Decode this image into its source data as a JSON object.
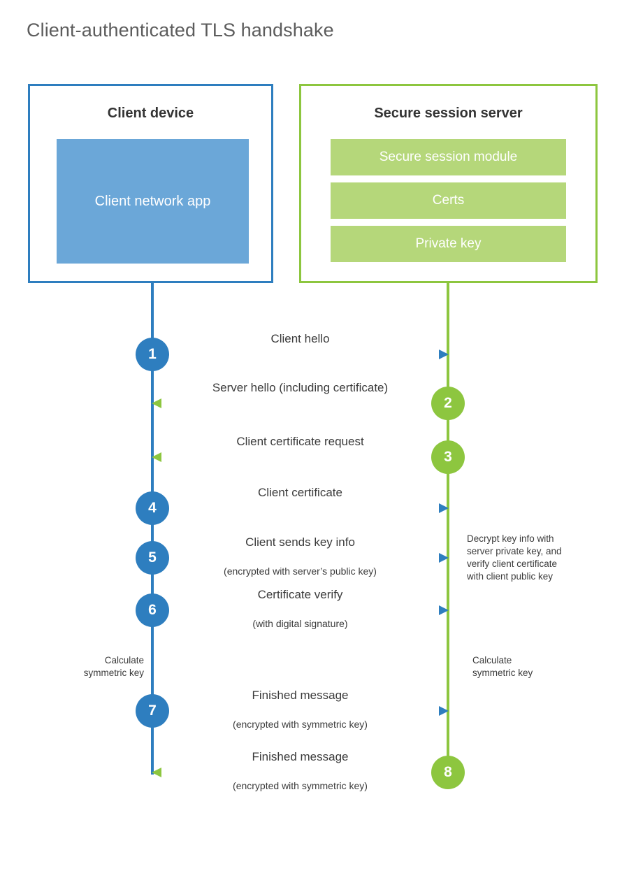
{
  "title": "Client-authenticated TLS handshake",
  "colors": {
    "client_accent": "#2E7EBF",
    "server_accent": "#8DC63F",
    "client_app_fill": "#6BA7D8",
    "server_bar_fill": "#B5D77A",
    "text": "#3b3b3b",
    "title_text": "#5c5c5c"
  },
  "client": {
    "title": "Client device",
    "app_label": "Client network\napp"
  },
  "server": {
    "title": "Secure session server",
    "components": [
      {
        "label": "Secure session module"
      },
      {
        "label": "Certs"
      },
      {
        "label": "Private key"
      }
    ]
  },
  "messages": [
    {
      "step": "1",
      "label": "Client hello",
      "sublabel": "",
      "direction": "client-to-server",
      "color": "blue"
    },
    {
      "step": "2",
      "label": "Server hello (including certificate)",
      "sublabel": "",
      "direction": "server-to-client",
      "color": "green"
    },
    {
      "step": "3",
      "label": "Client certificate request",
      "sublabel": "",
      "direction": "server-to-client",
      "color": "green"
    },
    {
      "step": "4",
      "label": "Client certificate",
      "sublabel": "",
      "direction": "client-to-server",
      "color": "blue"
    },
    {
      "step": "5",
      "label": "Client sends key info",
      "sublabel": "(encrypted with server’s public key)",
      "direction": "client-to-server",
      "color": "blue"
    },
    {
      "step": "6",
      "label": "Certificate verify",
      "sublabel": "(with digital signature)",
      "direction": "client-to-server",
      "color": "blue"
    },
    {
      "step": "7",
      "label": "Finished message",
      "sublabel": "(encrypted with symmetric key)",
      "direction": "client-to-server",
      "color": "blue"
    },
    {
      "step": "8",
      "label": "Finished message",
      "sublabel": "(encrypted with symmetric key)",
      "direction": "server-to-client",
      "color": "green"
    }
  ],
  "notes": {
    "server_decrypt": "Decrypt key info with\nserver private key, and\nverify client certificate\nwith client public key",
    "client_calculate": "Calculate\nsymmetric key",
    "server_calculate": "Calculate\nsymmetric key"
  }
}
